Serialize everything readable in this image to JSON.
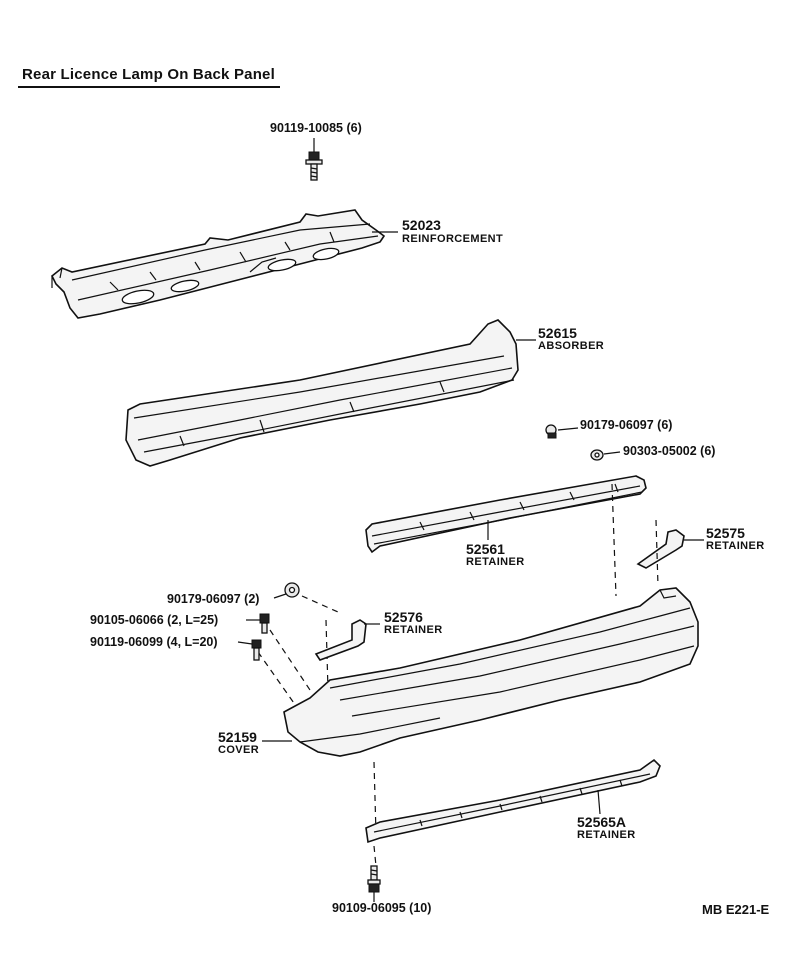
{
  "title": "Rear Licence Lamp On Back Panel",
  "diagram_code": "MB E221-E",
  "parts": {
    "bolt_top": "90119-10085 (6)",
    "reinforcement": {
      "number": "52023",
      "name": "REINFORCEMENT"
    },
    "absorber": {
      "number": "52615",
      "name": "ABSORBER"
    },
    "clip_upper": "90179-06097 (6)",
    "washer": "90303-05002 (6)",
    "retainer_upper": {
      "number": "52561",
      "name": "RETAINER"
    },
    "retainer_right": {
      "number": "52575",
      "name": "RETAINER"
    },
    "nut_left": "90179-06097 (2)",
    "bolt_l25": "90105-06066 (2, L=25)",
    "bolt_l20": "90119-06099 (4, L=20)",
    "retainer_left": {
      "number": "52576",
      "name": "RETAINER"
    },
    "cover": {
      "number": "52159",
      "name": "COVER"
    },
    "retainer_lower": {
      "number": "52565A",
      "name": "RETAINER"
    },
    "bolt_bottom": "90109-06095 (10)"
  }
}
